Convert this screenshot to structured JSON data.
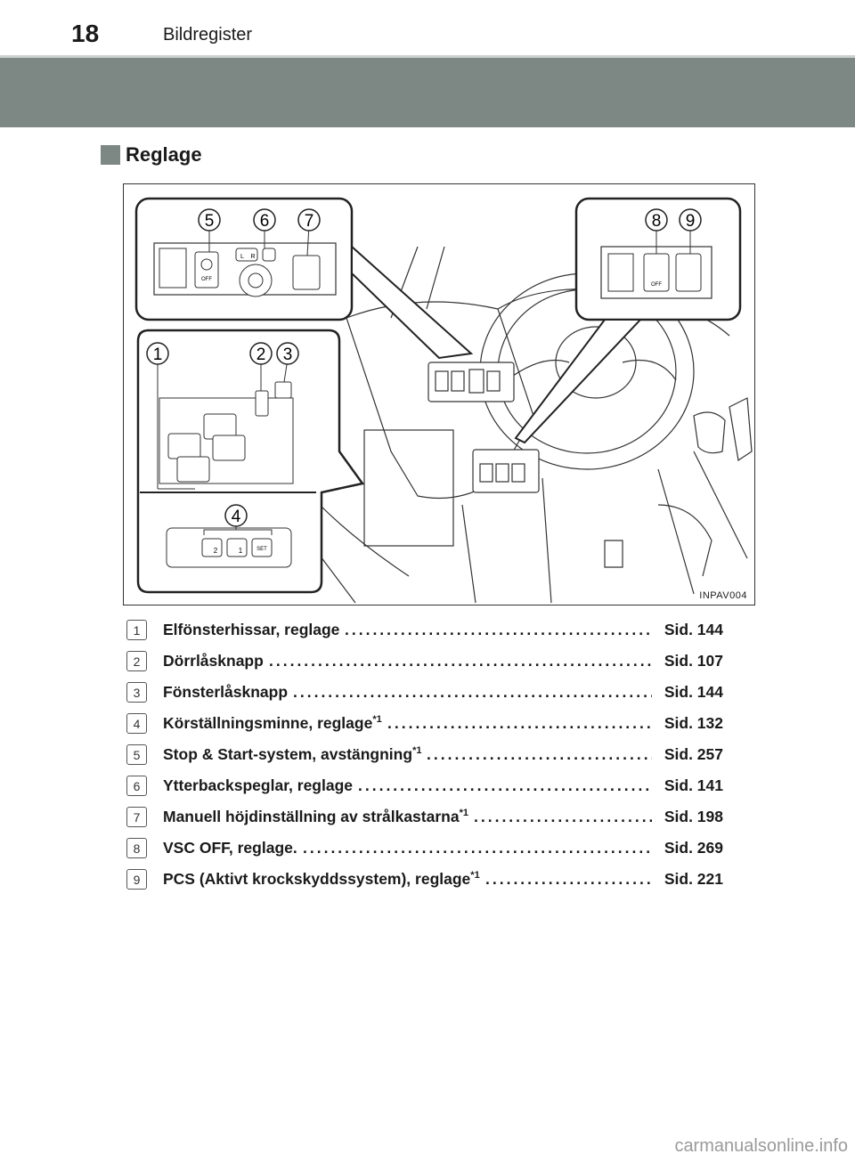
{
  "header": {
    "page_number": "18",
    "title": "Bildregister"
  },
  "section": {
    "title": "Reglage"
  },
  "figure": {
    "code": "INPAV004",
    "callouts": [
      "1",
      "2",
      "3",
      "4",
      "5",
      "6",
      "7",
      "8",
      "9"
    ],
    "switch_labels": {
      "off": "OFF",
      "set": "SET",
      "l": "L",
      "r": "R",
      "mem1": "1",
      "mem2": "2"
    }
  },
  "items": [
    {
      "num": "1",
      "label": "Elfönsterhissar, reglage",
      "sup": "",
      "page": "Sid. 144"
    },
    {
      "num": "2",
      "label": "Dörrlåsknapp",
      "sup": "",
      "page": "Sid. 107"
    },
    {
      "num": "3",
      "label": "Fönsterlåsknapp",
      "sup": "",
      "page": "Sid. 144"
    },
    {
      "num": "4",
      "label": "Körställningsminne, reglage",
      "sup": "*1",
      "page": "Sid. 132"
    },
    {
      "num": "5",
      "label": "Stop & Start-system, avstängning",
      "sup": "*1",
      "page": "Sid. 257"
    },
    {
      "num": "6",
      "label": "Ytterbackspeglar, reglage",
      "sup": "",
      "page": "Sid. 141"
    },
    {
      "num": "7",
      "label": "Manuell höjdinställning av strålkastarna",
      "sup": "*1",
      "page": "Sid. 198"
    },
    {
      "num": "8",
      "label": "VSC OFF, reglage.",
      "sup": "",
      "page": "Sid. 269"
    },
    {
      "num": "9",
      "label": "PCS (Aktivt krockskyddssystem), reglage",
      "sup": "*1",
      "page": "Sid. 221"
    }
  ],
  "watermark": "carmanualsonline.info"
}
